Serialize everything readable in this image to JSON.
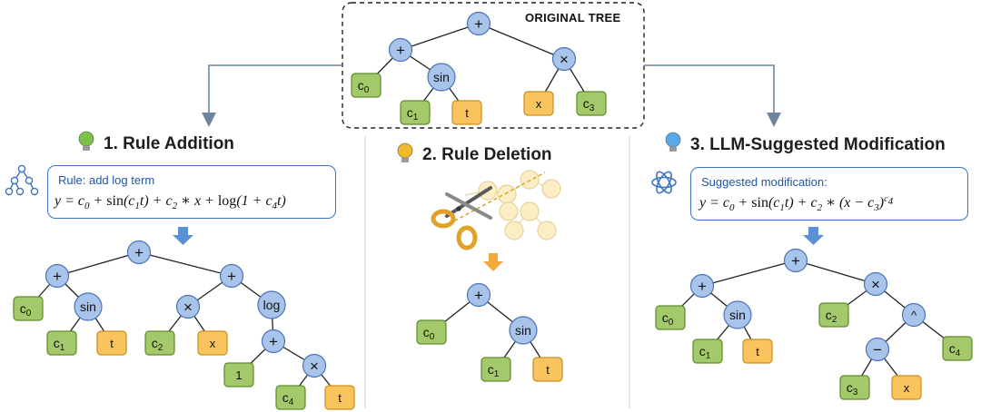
{
  "original": {
    "title": "ORIGINAL TREE",
    "nodes": [
      {
        "id": "r",
        "label": "+",
        "kind": "op"
      },
      {
        "id": "a",
        "label": "+",
        "kind": "op"
      },
      {
        "id": "m",
        "label": "×",
        "kind": "op"
      },
      {
        "id": "c0",
        "label": "c0",
        "kind": "const"
      },
      {
        "id": "s",
        "label": "sin",
        "kind": "op"
      },
      {
        "id": "c1",
        "label": "c1",
        "kind": "const"
      },
      {
        "id": "t",
        "label": "t",
        "kind": "var"
      },
      {
        "id": "x",
        "label": "x",
        "kind": "var"
      },
      {
        "id": "c3",
        "label": "c3",
        "kind": "const"
      }
    ]
  },
  "panels": [
    {
      "heading": "1. Rule Addition",
      "bulb_color": "#7cc24a",
      "bubble_label": "Rule: add log term",
      "formula": "y = c0 + sin(c1 t) + c2 * x + log(1 + c4 t)",
      "nodes": [
        {
          "label": "+"
        },
        {
          "label": "+"
        },
        {
          "label": "+"
        },
        {
          "label": "c0"
        },
        {
          "label": "sin"
        },
        {
          "label": "c1"
        },
        {
          "label": "t"
        },
        {
          "label": "×"
        },
        {
          "label": "c2"
        },
        {
          "label": "x"
        },
        {
          "label": "log"
        },
        {
          "label": "+"
        },
        {
          "label": "1"
        },
        {
          "label": "×"
        },
        {
          "label": "c4"
        },
        {
          "label": "t"
        }
      ]
    },
    {
      "heading": "2. Rule Deletion",
      "bulb_color": "#f2b928",
      "nodes": [
        {
          "label": "+"
        },
        {
          "label": "c0"
        },
        {
          "label": "sin"
        },
        {
          "label": "c1"
        },
        {
          "label": "t"
        }
      ]
    },
    {
      "heading": "3. LLM-Suggested Modification",
      "bulb_color": "#5aa8e8",
      "bubble_label": "Suggested modification:",
      "formula": "y = c0 + sin(c1 t) + c2 * (x − c3)^c4",
      "nodes": [
        {
          "label": "+"
        },
        {
          "label": "+"
        },
        {
          "label": "×"
        },
        {
          "label": "c0"
        },
        {
          "label": "sin"
        },
        {
          "label": "c1"
        },
        {
          "label": "t"
        },
        {
          "label": "c2"
        },
        {
          "label": "^"
        },
        {
          "label": "−"
        },
        {
          "label": "c4"
        },
        {
          "label": "c3"
        },
        {
          "label": "x"
        }
      ]
    }
  ],
  "colors": {
    "op_fill": "#a9c4ea",
    "op_stroke": "#4a74b8",
    "const_fill": "#a4c96a",
    "const_stroke": "#5f8a2e",
    "var_fill": "#f9c45e",
    "var_stroke": "#c98f1e",
    "accent_blue": "#3b74c4",
    "edge": "#222222"
  }
}
